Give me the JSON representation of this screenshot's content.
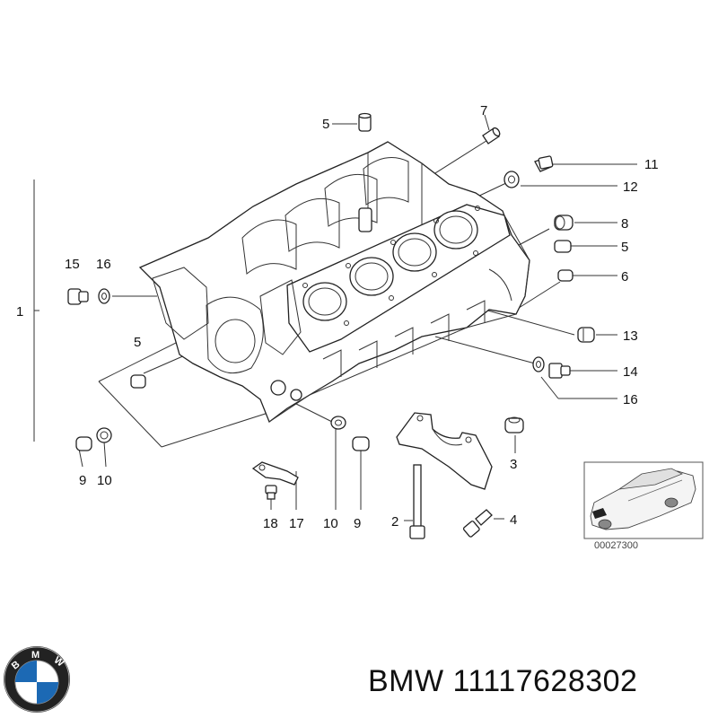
{
  "callouts": {
    "c1": "1",
    "c2": "2",
    "c3": "3",
    "c4": "4",
    "c5a": "5",
    "c5b": "5",
    "c5c": "5",
    "c6": "6",
    "c7": "7",
    "c8": "8",
    "c9a": "9",
    "c9b": "9",
    "c10a": "10",
    "c10b": "10",
    "c11": "11",
    "c12": "12",
    "c13": "13",
    "c14": "14",
    "c15": "15",
    "c16a": "16",
    "c16b": "16",
    "c17": "17",
    "c18": "18"
  },
  "inset": {
    "code": "00027300"
  },
  "brand": {
    "logo_letters": "BMW",
    "caption": "BMW 11117628302"
  }
}
